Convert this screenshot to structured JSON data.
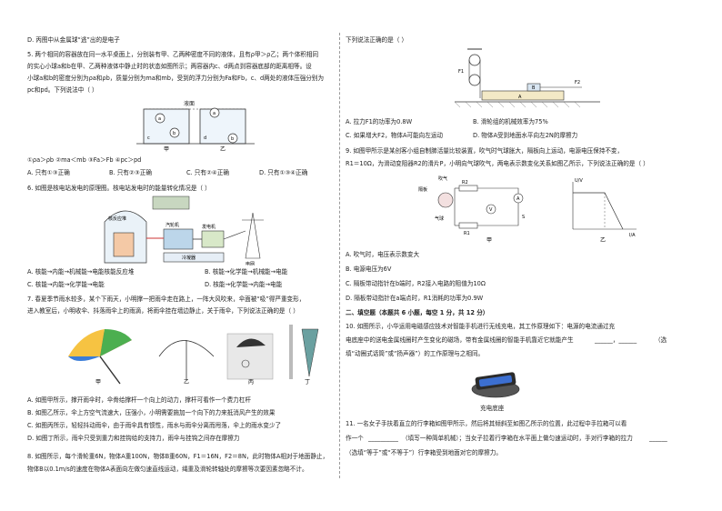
{
  "left": {
    "q4d": "D. 丙图中从金属球“逃”出的是电子",
    "q5": {
      "l1": "5. 两个相同的容器放在同一水平桌面上，分别装有甲、乙两种密度不同的液体，且有ρ甲＞ρ乙；两个体积相同",
      "l2": "的实心小球a和b在甲、乙两种液体中静止时的状态如图所示；两容器内c、d两点到容器底部的距离相等。设",
      "l3": "小球a和b的密度分别为ρa和ρb，质量分别为ma和mb，受到的浮力分别为Fa和Fb，c、d两处的液体压强分别为",
      "l4": "pc和pd。下列说法中（    ）",
      "fig_label_jia": "甲",
      "fig_label_yi": "乙",
      "fig_title": "液面",
      "opts": "①ρa＞ρb        ②ma＜mb        ③Fa＞Fb        ④pc＞pd",
      "a": "A. 只有①③正确",
      "b": "B. 只有②③正确",
      "c": "C. 只有②④正确",
      "d": "D. 只有①③④正确"
    },
    "q6": {
      "l1": "6. 如图是核电站发电的原理图。核电站发电时的能量转化情况是（    ）",
      "labels": [
        "核反应堆",
        "汽轮机",
        "发电机",
        "冷凝器",
        "电网"
      ],
      "a": "A. 核能→内能→机械能→电能核能反应堆",
      "b": "B. 核能→化学能→机械能→电能",
      "c": "C. 核能→内能→化学能→电能",
      "d": "D. 核能→化学能→内能→电能"
    },
    "q7": {
      "l1": "7. 春夏季节雨水较多，某个下雨天，小明撑一把雨伞走在路上，一阵大风吹来，伞面被“吸”得严重变形，",
      "l2": "进入教室后，小明收伞、抖落雨伞上的雨滴，将雨伞挂在墙边静止，关于雨伞，下列说法正确的是（    ）",
      "labels": [
        "甲",
        "乙",
        "丙",
        "丁"
      ],
      "a": "A. 如图甲所示，撑开雨伞时，伞骨给撑杆一个向上的动力，撑杆可看作一个费力杠杆",
      "b": "B. 如图乙所示，伞上方空气流速大，压强小，小明需要施加一个向下的力来抵消风产生的效果",
      "c": "C. 如图丙所示，轻轻抖动雨伞，由于雨伞具有惯性，雨水与雨伞分离而甩落，伞上的雨水变少了",
      "d": "D. 如图丁所示，雨伞只受到重力和挂钩给的支持力，雨伞与挂钩之间存在摩擦力"
    },
    "q8": {
      "l1": "8. 如图所示，每个滑轮重6N，物体A重100N，物体B重60N，F1＝16N，F2＝8N，此时物体A相对于地面静止，",
      "l2": "物体B以0.1m/s的速度在物体A表面向左做匀速直线运动，绳重及滑轮转轴处的摩擦等次要因素忽略不计。"
    }
  },
  "right": {
    "q8cont": "下列说法正确的是（    ）",
    "q8a": "A. 拉力F1的功率为0.8W",
    "q8b": "B. 滑轮组的机械效率为75%",
    "q8c": "C. 如果增大F2，物体A可能向左运动",
    "q8d": "D. 物体A受到地面水平向左2N的摩擦力",
    "q9": {
      "l1": "9. 如图甲所示是某创客小组自制肺活量比较装置，吹气时气球胀大，隔板向上运动，电源电压保持不变，",
      "l2": "R1＝10Ω，为滑动变阻器R2的滑片P，小明向气球吹气，两电表示数变化关系如图乙所示，下列说法正确的是（    ）",
      "fig_jia": "甲",
      "fig_yi": "乙",
      "fig_labels": [
        "吹气",
        "隔板",
        "气球",
        "R2",
        "R1",
        "A",
        "V",
        "S",
        "U/V",
        "I/A"
      ],
      "a": "A. 吹气时，电压表示数变大",
      "b": "B. 电源电压为6V",
      "c": "C. 隔板带动指针在b端时，R2接入电路的阻值为10Ω",
      "d": "D. 隔板带动指针在a端点时，R1消耗的功率为0.9W"
    },
    "sec2": "二、填空题（本题共 6 小题，每空 1 分，共 12 分）",
    "q10": {
      "l1": "10. 如图所示，小华运用电磁感应技术对智能手机进行无线充电，其工作原理如下：电源的电流通过充",
      "l2a": "电底座中的送电金属线圈时产生变化的磁场，带有金属线圈的智能手机靠近它就能产生",
      "l2b": "（选",
      "l3": "填“动圈式话筒”或“扬声器”）的工作原理与之相同。",
      "caption": "充电底座"
    },
    "q11": {
      "l1": "11. 一名女子手扶着直立的行李箱如图甲所示，然后将其倾斜至如图乙所示的位置，此过程中手拉箱可以看",
      "l2a": "作一个",
      "l2b": "（填写一种简单机械）；当女子拉着行李箱在水平面上做匀速运动时，手对行李箱的拉力",
      "l3": "（选填“等于”或“不等于”）行李箱受到地面对它的摩擦力。"
    }
  }
}
